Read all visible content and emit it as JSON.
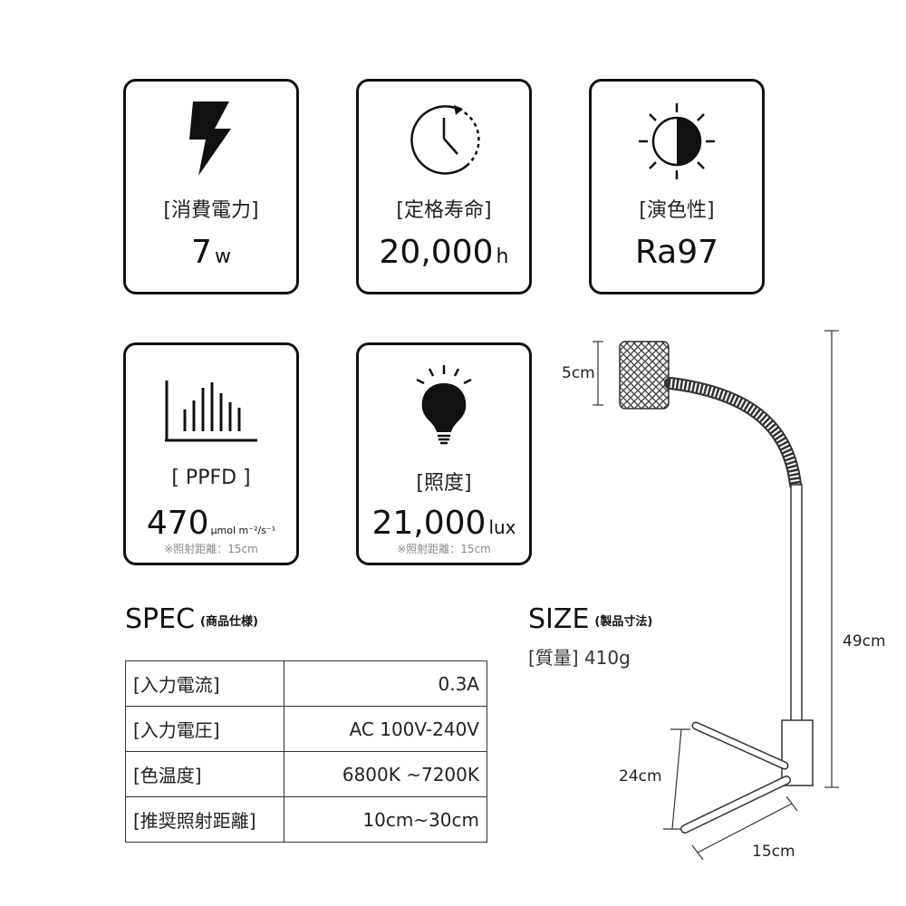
{
  "cards": [
    {
      "label": "[消費電力]",
      "value": "7",
      "unit": "w",
      "icon": "lightning-icon"
    },
    {
      "label": "[定格寿命]",
      "value": "20,000",
      "unit": "h",
      "icon": "clock-icon"
    },
    {
      "label": "[演色性]",
      "value": "Ra97",
      "unit": "",
      "icon": "color-rendering-icon"
    },
    {
      "label": "[ PPFD ]",
      "value": "470",
      "unit": "μmol m⁻²/s⁻¹",
      "note": "※照射距離：15cm",
      "icon": "spectrum-bars-icon"
    },
    {
      "label": "[照度]",
      "value": "21,000",
      "unit": "lux",
      "note": "※照射距離：15cm",
      "icon": "light-bulb-icon"
    }
  ],
  "spec": {
    "title": "SPEC",
    "subtitle": "(商品仕様)",
    "rows": [
      {
        "key": "[入力電流]",
        "value": "0.3A"
      },
      {
        "key": "[入力電圧]",
        "value": "AC 100V-240V"
      },
      {
        "key": "[色温度]",
        "value": "6800K ~7200K"
      },
      {
        "key": "[推奨照射距離]",
        "value": "10cm~30cm"
      }
    ]
  },
  "size": {
    "title": "SIZE",
    "subtitle": "(製品寸法)",
    "weight": "[質量] 410g",
    "dims": {
      "head": "5cm",
      "height": "49cm",
      "base_depth": "24cm",
      "base_width": "15cm"
    }
  }
}
